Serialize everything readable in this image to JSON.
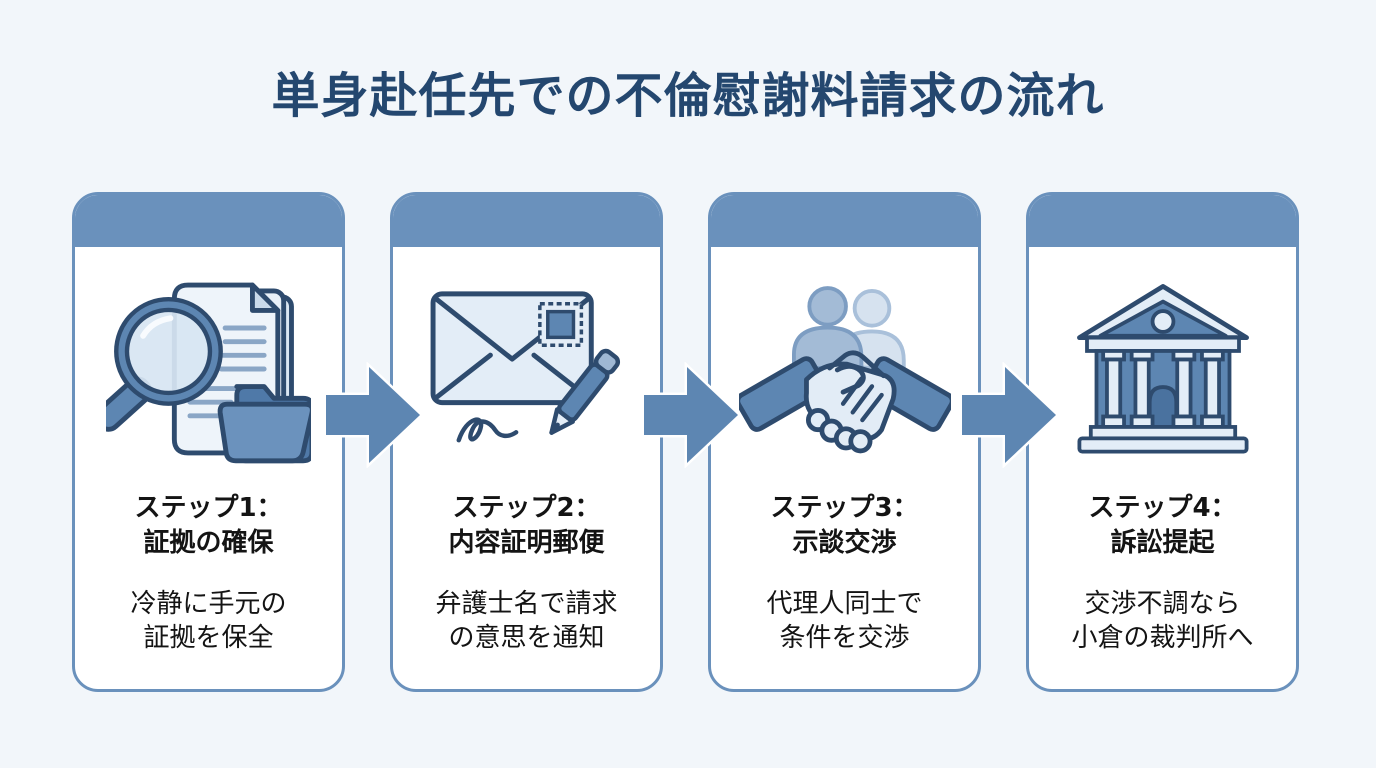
{
  "page": {
    "background_color": "#f2f6fa",
    "type": "process-flow-infographic"
  },
  "title": {
    "text": "単身赴任先での不倫慰謝料請求の流れ",
    "color": "#24476f"
  },
  "colors": {
    "accent_blue": "#6a91bc",
    "arrow_blue": "#5d86b2",
    "icon_outline_navy": "#2e4b6e",
    "icon_fill_light": "#e3edf7",
    "icon_fill_mid": "#5d86b2",
    "card_background": "#ffffff",
    "text_black": "#141414"
  },
  "steps": [
    {
      "step_label": "ステップ1：",
      "step_name": "証拠の確保",
      "desc_line1": "冷静に手元の",
      "desc_line2": "証拠を保全",
      "icon": "magnifier-documents-folder-icon"
    },
    {
      "step_label": "ステップ2：",
      "step_name": "内容証明郵便",
      "desc_line1": "弁護士名で請求",
      "desc_line2": "の意思を通知",
      "icon": "envelope-stamp-pen-icon"
    },
    {
      "step_label": "ステップ3：",
      "step_name": "示談交渉",
      "desc_line1": "代理人同士で",
      "desc_line2": "条件を交渉",
      "icon": "handshake-icon"
    },
    {
      "step_label": "ステップ4：",
      "step_name": "訴訟提起",
      "desc_line1": "交渉不調なら",
      "desc_line2": "小倉の裁判所へ",
      "icon": "courthouse-icon"
    }
  ]
}
